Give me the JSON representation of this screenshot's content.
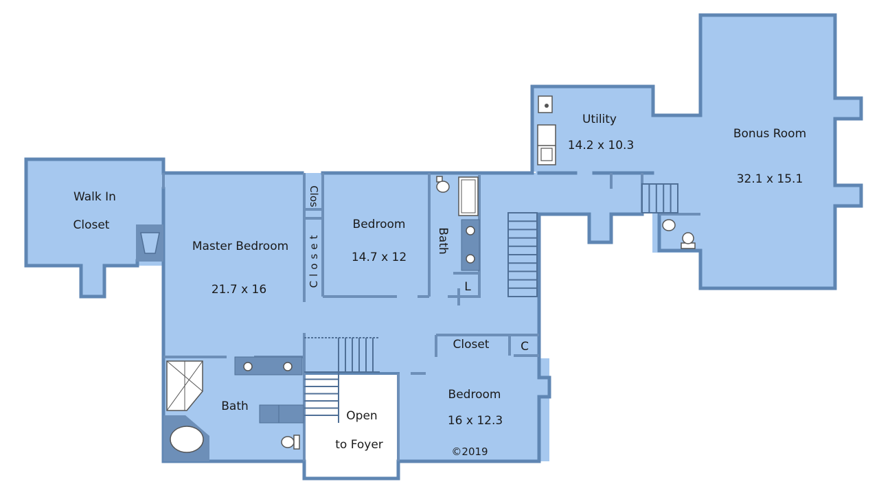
{
  "rooms": {
    "walk_in_closet": {
      "line1": "Walk In",
      "line2": "Closet"
    },
    "master_bedroom": {
      "name": "Master Bedroom",
      "size": "21.7 x 16"
    },
    "closet_vertical": {
      "name": "Closet"
    },
    "clos_small": {
      "name": "Clos"
    },
    "bedroom_north": {
      "name": "Bedroom",
      "size": "14.7 x 12"
    },
    "bath_north": {
      "name": "Bath"
    },
    "linen": {
      "name": "L"
    },
    "utility": {
      "name": "Utility",
      "size": "14.2 x 10.3"
    },
    "bonus_room": {
      "name": "Bonus Room",
      "size": "32.1 x 15.1"
    },
    "closet_south": {
      "name": "Closet"
    },
    "closet_c": {
      "name": "C"
    },
    "bedroom_south": {
      "name": "Bedroom",
      "size": "16 x 12.3"
    },
    "master_bath": {
      "name": "Bath"
    },
    "open_to_foyer": {
      "line1": "Open",
      "line2": "to Foyer"
    }
  },
  "copyright": "©2019",
  "colors": {
    "room_fill": "#a6c8ef",
    "wall": "#5f86b3",
    "background": "#ffffff"
  }
}
